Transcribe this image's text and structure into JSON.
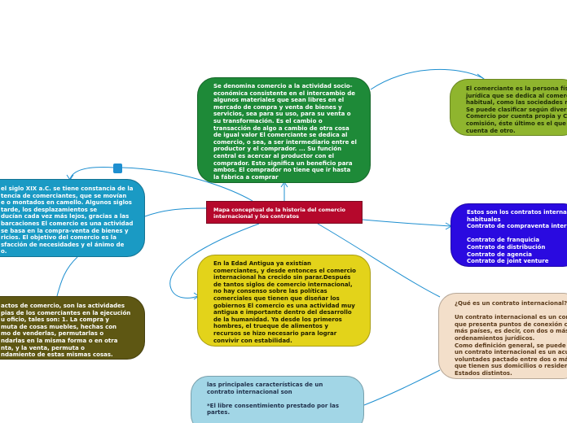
{
  "central": {
    "title": "Mapa conceptual de la historia del comercio\ninternacional y los contratos",
    "color": "#b5082c"
  },
  "nodes": {
    "green_top": {
      "text": "Se denomina comercio a la actividad socio-\neconómica consistente en el intercambio de\nalgunos materiales que sean libres en el\nmercado de compra y venta de bienes y\nservicios, sea para su uso, para su venta o\nsu transformación. Es el cambio o\ntransacción de algo a cambio de otra cosa\nde igual valor El comerciante se dedica al\ncomercio, o sea, a ser intermediario entre el\nproductor y el comprador. ... Su función\ncentral es acercar al productor con el\ncomprador. Esto significa un beneficio para\nambos. El comprador no tiene que ir hasta\nla fábrica a comprar",
      "color": "#1e8a38"
    },
    "olive_top_right": {
      "text": "El comerciante es la persona físi\njurídica que se dedica al comerc\nhabitual, como las sociedades m\nSe puede clasificar según divers\nComercio por cuenta propia y Co\ncomisión, éste último es el que \ncuenta de otro.",
      "color": "#8fb52e"
    },
    "teal_left": {
      "text": "el siglo XIX a.C. se tiene constancia de la\ntencia de comerciantes, que se movían\ne o montados en camello. Algunos siglos\ntarde, los desplazamientos se\nducían cada vez más lejos, gracias a las\nbarcaciones El comercio es una actividad\nse basa en la compra-venta de bienes y\nricios. El objetivo del comercio es la\nsfacción de necesidades y el ánimo de\no.",
      "color": "#1a9ac4"
    },
    "blue_right": {
      "text": "Estos son los contratos internac\nhabituales\nContrato de compraventa intern\n\nContrato de franquicia\nContrato de distribución\nContrato de agencia\nContrato de joint venture",
      "color": "#2a0ae0"
    },
    "yellow_center": {
      "text": "En la Edad Antigua ya existían\ncomerciantes, y desde entonces el comercio\ninternacional ha crecido sin parar.Después\nde tantos siglos de comercio internacional,\nno hay consenso sobre las políticas\ncomerciales que tienen que diseñar los\ngobiernos El comercio es una actividad muy\nantigua e importante dentro del desarrollo\nde la humanidad. Ya desde los primeros\nhombres, el trueque de alimentos y\nrecursos se hizo necesario para lograr\nconvivir con estabilidad.",
      "color": "#e3d31a"
    },
    "olive_dark_left": {
      "text": "actos de comercio, son las actividades\npias de los comerciantes en la ejecución\nu oficio, tales son: 1. La compra y\nmuta de cosas muebles, hechas con\nmo de venderlas, permutarlas o\nndarlas en la misma forma o en otra\nnta, y la venta, permuta o\nndamiento de estas mismas cosas.",
      "color": "#5e5713"
    },
    "peach_right": {
      "text": "¿Qué es un contrato internacional?\n\nUn contrato internacional es un con\nque presenta puntos de conexión c\nmás países, es decir, con dos o más\nordenamientos jurídicos.\nComo definición general, se puede \nun contrato internacional es un acu\nvoluntades pactado entre dos o má\nque tienen sus domicilios o residen\nEstados distintos.",
      "color": "#f3dfca"
    },
    "lightblue_bottom": {
      "text": "las principales características de un\ncontrato internacional son\n\n*El libre consentimiento prestado por las\npartes.",
      "color": "#a2d6e6"
    }
  },
  "link_color": "#1e8fd0"
}
